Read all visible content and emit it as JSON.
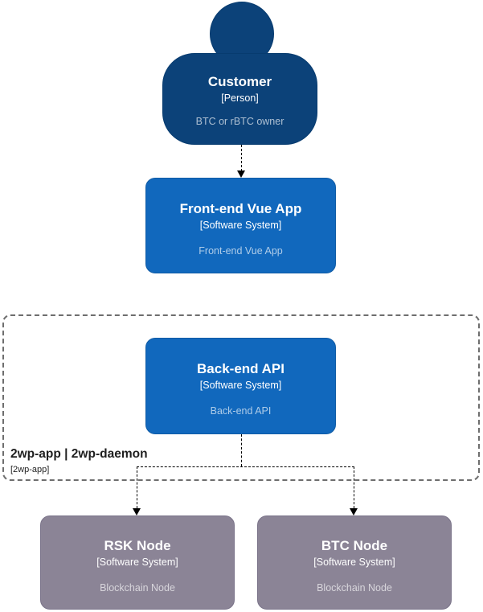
{
  "colors": {
    "person-fill": "#0c4279",
    "person-border": "#073b6f",
    "system-fill": "#1168bd",
    "system-border": "#0f5ba5",
    "node-fill": "#8b8496",
    "node-border": "#7a7389",
    "boundary-border": "#6e6e6e",
    "boundary-text": "#1f1f1f",
    "edge": "#000000",
    "desc-text": "rgba(255,255,255,0.66)"
  },
  "nodes": {
    "customer": {
      "title": "Customer",
      "type": "[Person]",
      "description": "BTC or rBTC owner"
    },
    "frontend": {
      "title": "Front-end Vue App",
      "type": "[Software System]",
      "description": "Front-end Vue App"
    },
    "backend": {
      "title": "Back-end API",
      "type": "[Software System]",
      "description": "Back-end API"
    },
    "rsk": {
      "title": "RSK Node",
      "type": "[Software System]",
      "description": "Blockchain Node"
    },
    "btc": {
      "title": "BTC Node",
      "type": "[Software System]",
      "description": "Blockchain Node"
    }
  },
  "boundary": {
    "title": "2wp-app | 2wp-daemon",
    "subtitle": "[2wp-app]"
  }
}
